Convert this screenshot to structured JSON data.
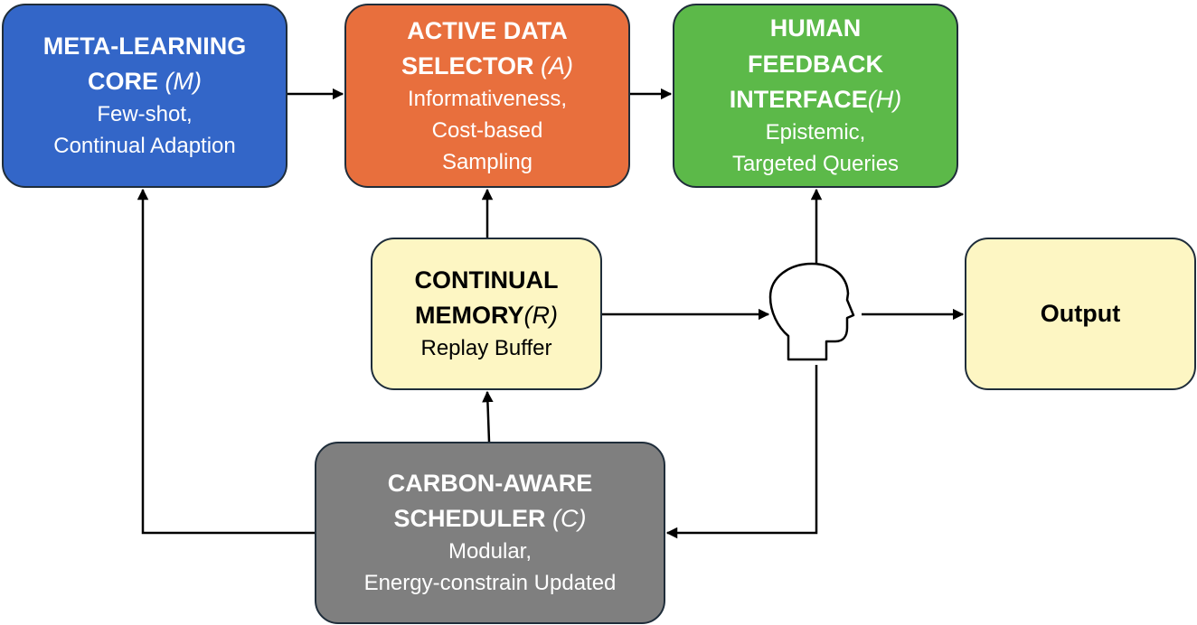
{
  "boxes": {
    "meta": {
      "title_line1": "META-LEARNING",
      "title_line2": "CORE",
      "symbol": "(M)",
      "sub_line1": "Few-shot,",
      "sub_line2": "Continual Adaption"
    },
    "active": {
      "title_line1": "ACTIVE DATA",
      "title_line2": "SELECTOR",
      "symbol": "(A)",
      "sub_line1": "Informativeness,",
      "sub_line2": "Cost-based",
      "sub_line3": "Sampling"
    },
    "human": {
      "title_line1": "HUMAN",
      "title_line2": "FEEDBACK",
      "title_line3": "INTERFACE",
      "symbol": "(H)",
      "sub_line1": "Epistemic,",
      "sub_line2": "Targeted Queries"
    },
    "memory": {
      "title_line1": "CONTINUAL",
      "title_line2": "MEMORY",
      "symbol": "(R)",
      "sub_line1": "Replay Buffer"
    },
    "output": {
      "title": "Output"
    },
    "carbon": {
      "title_line1": "CARBON-AWARE",
      "title_line2": "SCHEDULER",
      "symbol": "(C)",
      "sub_line1": "Modular,",
      "sub_line2": "Energy-constrain Updated"
    }
  },
  "icons": {
    "human": "human-head-icon"
  },
  "colors": {
    "meta": "#3366c8",
    "active": "#e86f3d",
    "human": "#5cb949",
    "memory": "#fdf6c3",
    "output": "#fdf6c3",
    "carbon": "#7f7f7f",
    "border": "#1f2d3a",
    "arrow": "#000000"
  }
}
